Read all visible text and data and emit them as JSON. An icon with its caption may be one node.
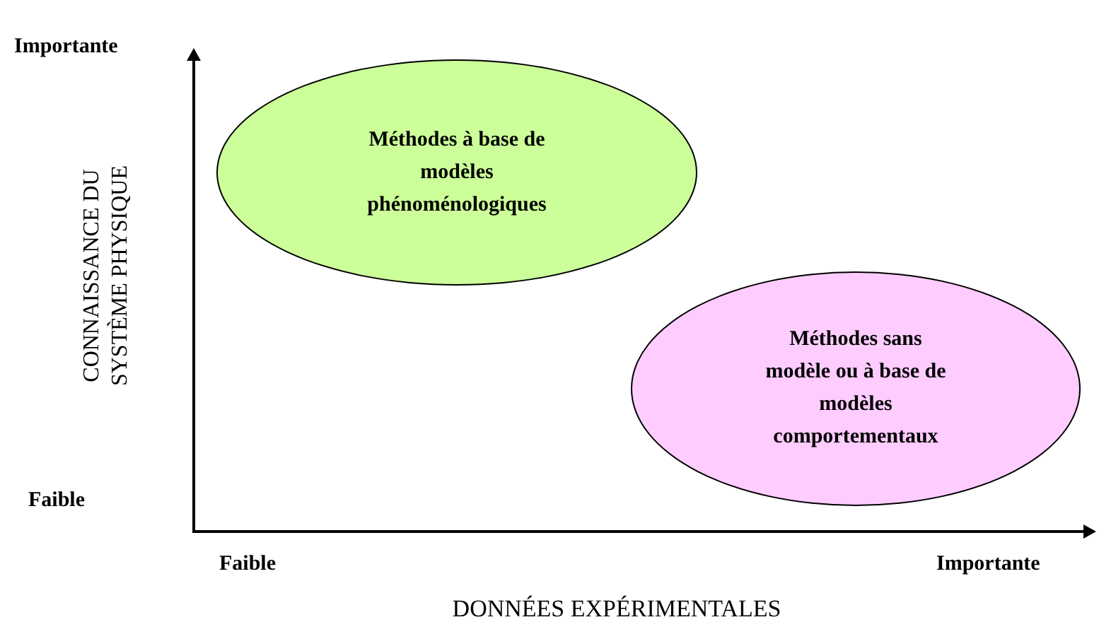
{
  "diagram": {
    "nodes": [
      {
        "text": [
          "Méthodes à base de modèles phénoménologiques"
        ]
      },
      {
        "text": [
          "Méthodes sans modèle ou à base de modèles comportementaux"
        ]
      }
    ],
    "labels": [
      "Importante",
      "CONNAISSANCE DU SYSTÈME PHYSIQUE",
      "Faible",
      "Faible",
      "Importante",
      "DONNÉES EXPÉRIMENTALES"
    ]
  }
}
